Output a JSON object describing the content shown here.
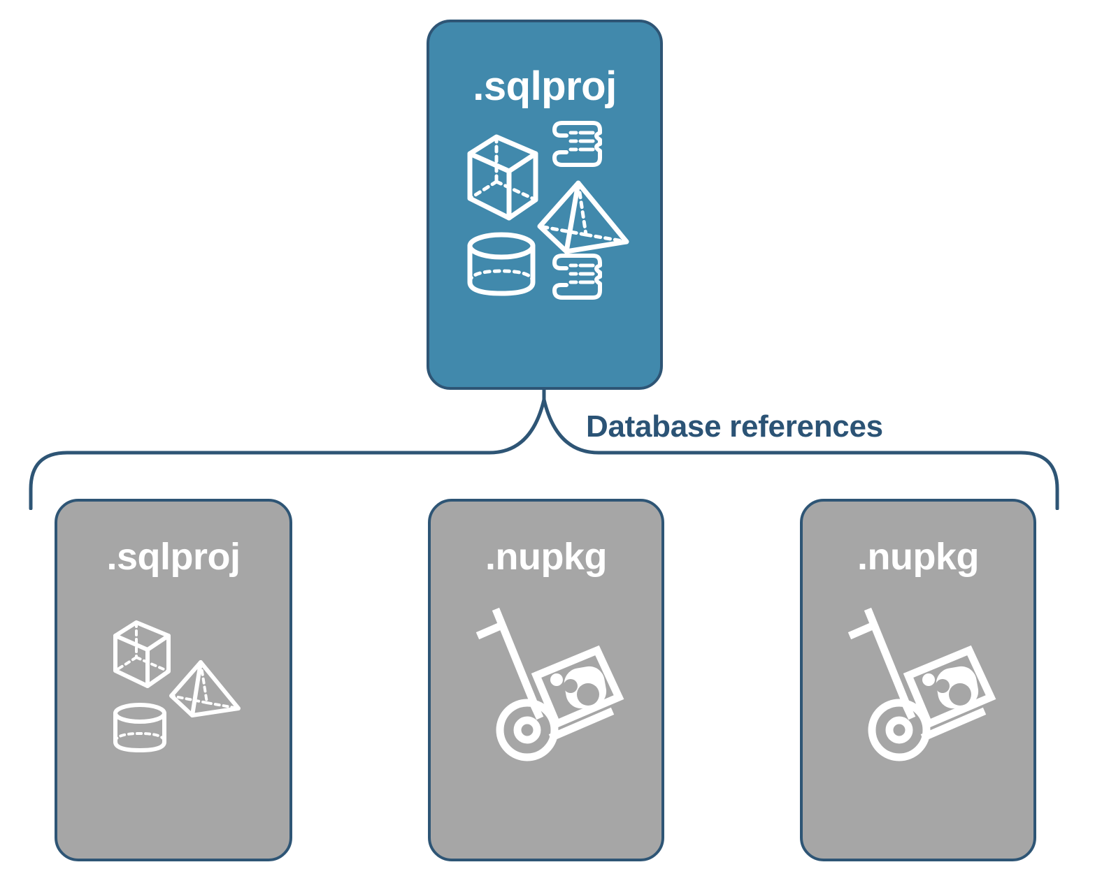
{
  "diagram": {
    "title": "Database references",
    "colors": {
      "root_fill": "#4189ac",
      "reference_fill": "#a6a6a6",
      "border": "#2e5575",
      "label_text": "#2b5375",
      "icon_stroke": "#ffffff",
      "background": "#ffffff"
    },
    "root": {
      "label": ".sqlproj",
      "icons": [
        "cube-wireframe-icon",
        "script-scroll-icon",
        "pyramid-wireframe-icon",
        "cylinder-wireframe-icon",
        "script-scroll-icon"
      ]
    },
    "connector": {
      "label": "Database references",
      "style": "curly-brace"
    },
    "references": [
      {
        "label": ".sqlproj",
        "kind": "sqlproj",
        "icons": [
          "cube-wireframe-icon",
          "pyramid-wireframe-icon",
          "cylinder-wireframe-icon"
        ]
      },
      {
        "label": ".nupkg",
        "kind": "nupkg",
        "icons": [
          "hand-truck-package-icon"
        ]
      },
      {
        "label": ".nupkg",
        "kind": "nupkg",
        "icons": [
          "hand-truck-package-icon"
        ]
      }
    ]
  }
}
